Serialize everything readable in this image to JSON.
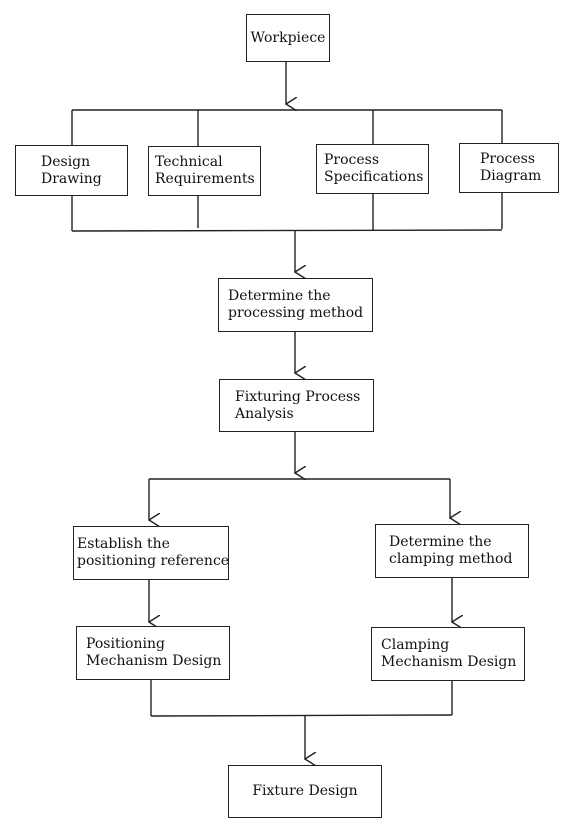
{
  "nodes": {
    "workpiece": {
      "lines": [
        "Workpiece"
      ]
    },
    "design_drawing": {
      "lines": [
        "Design",
        "Drawing"
      ]
    },
    "technical_requirements": {
      "lines": [
        "Technical",
        "Requirements"
      ]
    },
    "process_specifications": {
      "lines": [
        "Process",
        "Specifications"
      ]
    },
    "process_diagram": {
      "lines": [
        "Process",
        "Diagram"
      ]
    },
    "determine_processing_method": {
      "lines": [
        "Determine the",
        "processing method"
      ]
    },
    "fixturing_process_analysis": {
      "lines": [
        "Fixturing Process",
        "Analysis"
      ]
    },
    "establish_positioning_reference": {
      "lines": [
        "Establish the",
        "positioning reference"
      ]
    },
    "determine_clamping_method": {
      "lines": [
        "Determine the",
        "clamping method"
      ]
    },
    "positioning_mechanism_design": {
      "lines": [
        "Positioning",
        "Mechanism Design"
      ]
    },
    "clamping_mechanism_design": {
      "lines": [
        "Clamping",
        "Mechanism Design"
      ]
    },
    "fixture_design": {
      "lines": [
        "Fixture Design"
      ]
    }
  },
  "colors": {
    "stroke": "#222222",
    "background": "#ffffff",
    "text": "#111111"
  }
}
